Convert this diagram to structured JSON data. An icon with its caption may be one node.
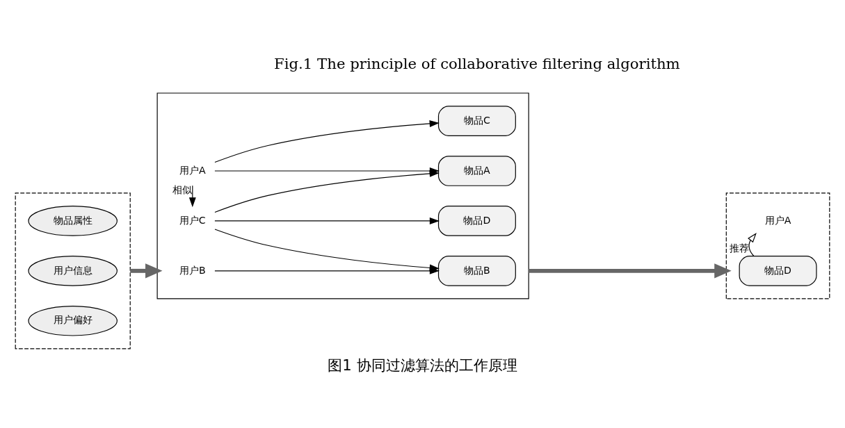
{
  "diagram": {
    "caption": "图1 协同过滤算法的工作原理",
    "nodes": [
      {
        "text": [],
        "shape": "box"
      },
      {
        "text": [
          "物品属性"
        ],
        "in": 0
      },
      {
        "text": [
          "用户信息"
        ],
        "in": 0
      },
      {
        "text": [
          "用户偏好"
        ],
        "in": 0
      },
      {
        "text": [],
        "shape": "box"
      },
      {
        "text": [
          "用户A"
        ],
        "in": 4
      },
      {
        "text": [
          "用户B"
        ],
        "in": 4
      },
      {
        "text": [
          "用户C"
        ],
        "in": 4
      },
      {
        "text": [
          "物品A"
        ],
        "in": 4
      },
      {
        "text": [
          "物品C"
        ],
        "in": 4
      },
      {
        "text": [
          "物品B"
        ],
        "in": 4
      },
      {
        "text": [
          "物品D"
        ],
        "in": 4
      },
      {
        "text": [],
        "shape": "box"
      },
      {
        "text": [
          "用户A"
        ],
        "in": 12
      },
      {
        "text": [
          "物品D"
        ],
        "in": 12
      }
    ],
    "edges": [
      {
        "from": 0,
        "to": 4,
        "arrow": "to",
        "style": "thick",
        "color": "#666666"
      },
      {
        "from": 4,
        "to": 12,
        "arrow": "to",
        "style": "thick",
        "color": "#666666"
      },
      {
        "from": 5,
        "to": 8,
        "arrow": "to"
      },
      {
        "from": 5,
        "to": 9,
        "arrow": "to"
      },
      {
        "from": 6,
        "to": 10,
        "arrow": "to"
      },
      {
        "from": 7,
        "to": 8,
        "arrow": "to"
      },
      {
        "from": 7,
        "to": 10,
        "arrow": "to"
      },
      {
        "from": 7,
        "to": 11,
        "arrow": "to"
      },
      {
        "from": 5,
        "to": 7,
        "arrow": "to",
        "label": "相似"
      },
      {
        "from": 14,
        "to": 13,
        "arrow": "to",
        "label": "推荐"
      }
    ],
    "labels": [
      "Fig.1 The principle of collaborative filtering algorithm"
    ]
  }
}
